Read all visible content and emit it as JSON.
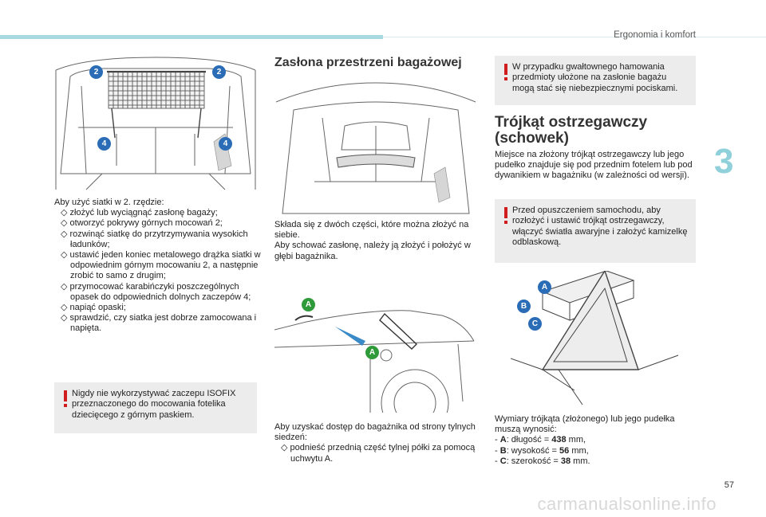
{
  "header": {
    "section": "Ergonomia i komfort",
    "chapter": "3",
    "page": "57",
    "watermark": "carmanualsonline.info"
  },
  "colors": {
    "accent": "#a8d8e0",
    "badge_blue": "#2a6cb5",
    "badge_green": "#2e9a3a",
    "warn_bg": "#ececec",
    "warn_mark": "#d01c1c"
  },
  "col1": {
    "fig_badges": [
      "2",
      "2",
      "4",
      "4"
    ],
    "intro": "Aby użyć siatki w 2. rzędzie:",
    "steps": [
      "złożyć lub wyciągnąć zasłonę bagaży;",
      "otworzyć pokrywy górnych mocowań 2;",
      "rozwinąć siatkę do przytrzymywania wysokich ładunków;",
      "ustawić jeden koniec metalowego drążka siatki w odpowiednim górnym mocowaniu 2, a następnie zrobić to samo z drugim;",
      "przymocować karabińczyki poszczególnych opasek do odpowiednich dolnych zaczepów 4;",
      "napiąć opaski;",
      "sprawdzić, czy siatka jest dobrze zamocowana i napięta."
    ],
    "warning": "Nigdy nie wykorzystywać zaczepu ISOFIX przeznaczonego do mocowania fotelika dziecięcego z górnym paskiem."
  },
  "col2": {
    "title": "Zasłona przestrzeni bagażowej",
    "p1": "Składa się z dwóch części, które można złożyć na siebie.",
    "p2": "Aby schować zasłonę, należy ją złożyć i położyć w głębi bagażnika.",
    "fig_badges": [
      "A",
      "A"
    ],
    "p3": "Aby uzyskać dostęp do bagażnika od strony tylnych siedzeń:",
    "step": "podnieść przednią część tylnej półki za pomocą uchwytu A."
  },
  "col3": {
    "warning1": "W przypadku gwałtownego hamowania przedmioty ułożone na zasłonie bagażu mogą stać się niebezpiecznymi pociskami.",
    "title_line1": "Trójkąt ostrzegawczy",
    "title_line2": "(schowek)",
    "p1": "Miejsce na złożony trójkąt ostrzegawczy lub jego pudełko znajduje się pod przednim fotelem lub pod dywanikiem w bagażniku (w zależności od wersji).",
    "warning2": "Przed opuszczeniem samochodu, aby rozłożyć i ustawić trójkąt ostrzegawczy, włączyć światła awaryjne i założyć kamizelkę odblaskową.",
    "fig_badges": [
      "A",
      "B",
      "C"
    ],
    "p2": "Wymiary trójkąta (złożonego) lub jego pudełka muszą wynosić:",
    "dims": [
      {
        "key": "A",
        "label": ": długość = ",
        "value": "438",
        "unit": " mm,"
      },
      {
        "key": "B",
        "label": ": wysokość = ",
        "value": "56",
        "unit": " mm,"
      },
      {
        "key": "C",
        "label": ": szerokość = ",
        "value": "38",
        "unit": " mm."
      }
    ]
  }
}
